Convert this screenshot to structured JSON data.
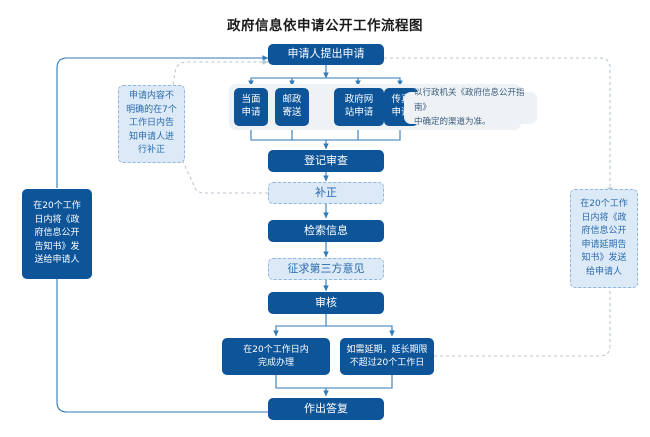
{
  "title": "政府信息依申请公开工作流程图",
  "colors": {
    "dark_blue": "#0d5499",
    "light_blue": "#dce9f6",
    "note_gray": "#eef2f5",
    "line_blue": "#2f7ab8",
    "dashed_gray": "#b9c6d2",
    "text_light_blue": "#2a6bb0",
    "text_note": "#3d5d7e"
  },
  "nodes": {
    "start": {
      "label": "申请人提出申请",
      "style": "dark"
    },
    "methods": [
      {
        "label": "当面\n申请",
        "style": "dark"
      },
      {
        "label": "邮政\n寄送",
        "style": "dark"
      },
      {
        "label": "政府网\n站申请",
        "style": "dark"
      },
      {
        "label": "传真\n申请",
        "style": "dark"
      }
    ],
    "method_note": {
      "label": "以行政机关《政府信息公开指南》\n中确定的渠道为准。",
      "style": "note"
    },
    "register_review": {
      "label": "登记审查",
      "style": "dark"
    },
    "correction": {
      "label": "补正",
      "style": "light"
    },
    "search_info": {
      "label": "检索信息",
      "style": "dark"
    },
    "third_party": {
      "label": "征求第三方意见",
      "style": "light"
    },
    "audit": {
      "label": "审核",
      "style": "dark"
    },
    "finish_20days": {
      "label": "在20个工作日内\n完成办理",
      "style": "dark"
    },
    "extend_20days": {
      "label": "如需延期，延长期限\n不超过20个工作日",
      "style": "dark"
    },
    "reply": {
      "label": "作出答复",
      "style": "dark"
    },
    "left_note": {
      "label": "申请内容不\n明确的在7个\n工作日内告\n知申请人进\n行补正",
      "style": "light"
    },
    "left_notice": {
      "label": "在20个工作\n日内将《政\n府信息公开\n告知书》发\n送给申请人",
      "style": "dark"
    },
    "right_notice": {
      "label": "在20个工作\n日内将《政\n府信息公开\n申请延期告\n知书》发送\n给申请人",
      "style": "light"
    }
  }
}
